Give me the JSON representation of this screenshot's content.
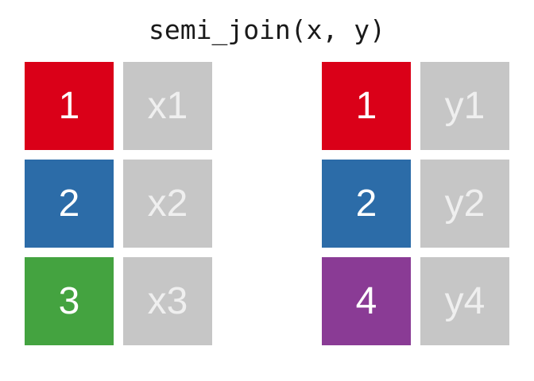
{
  "title": "semi_join(x, y)",
  "colors": {
    "background": "#FFFFFF",
    "title_text": "#1A1A1A",
    "key_text": "#FFFFFF",
    "value_text": "#EFEFEF",
    "value_cell_gray": "#C6C6C6",
    "key_red": "#DA0018",
    "key_blue": "#2C6CA8",
    "key_green": "#44A340",
    "key_purple": "#8A3B95"
  },
  "tables": {
    "x": {
      "rows": [
        {
          "key": "1",
          "value": "x1",
          "key_color": "#DA0018"
        },
        {
          "key": "2",
          "value": "x2",
          "key_color": "#2C6CA8"
        },
        {
          "key": "3",
          "value": "x3",
          "key_color": "#44A340"
        }
      ]
    },
    "y": {
      "rows": [
        {
          "key": "1",
          "value": "y1",
          "key_color": "#DA0018"
        },
        {
          "key": "2",
          "value": "y2",
          "key_color": "#2C6CA8"
        },
        {
          "key": "4",
          "value": "y4",
          "key_color": "#8A3B95"
        }
      ]
    }
  }
}
